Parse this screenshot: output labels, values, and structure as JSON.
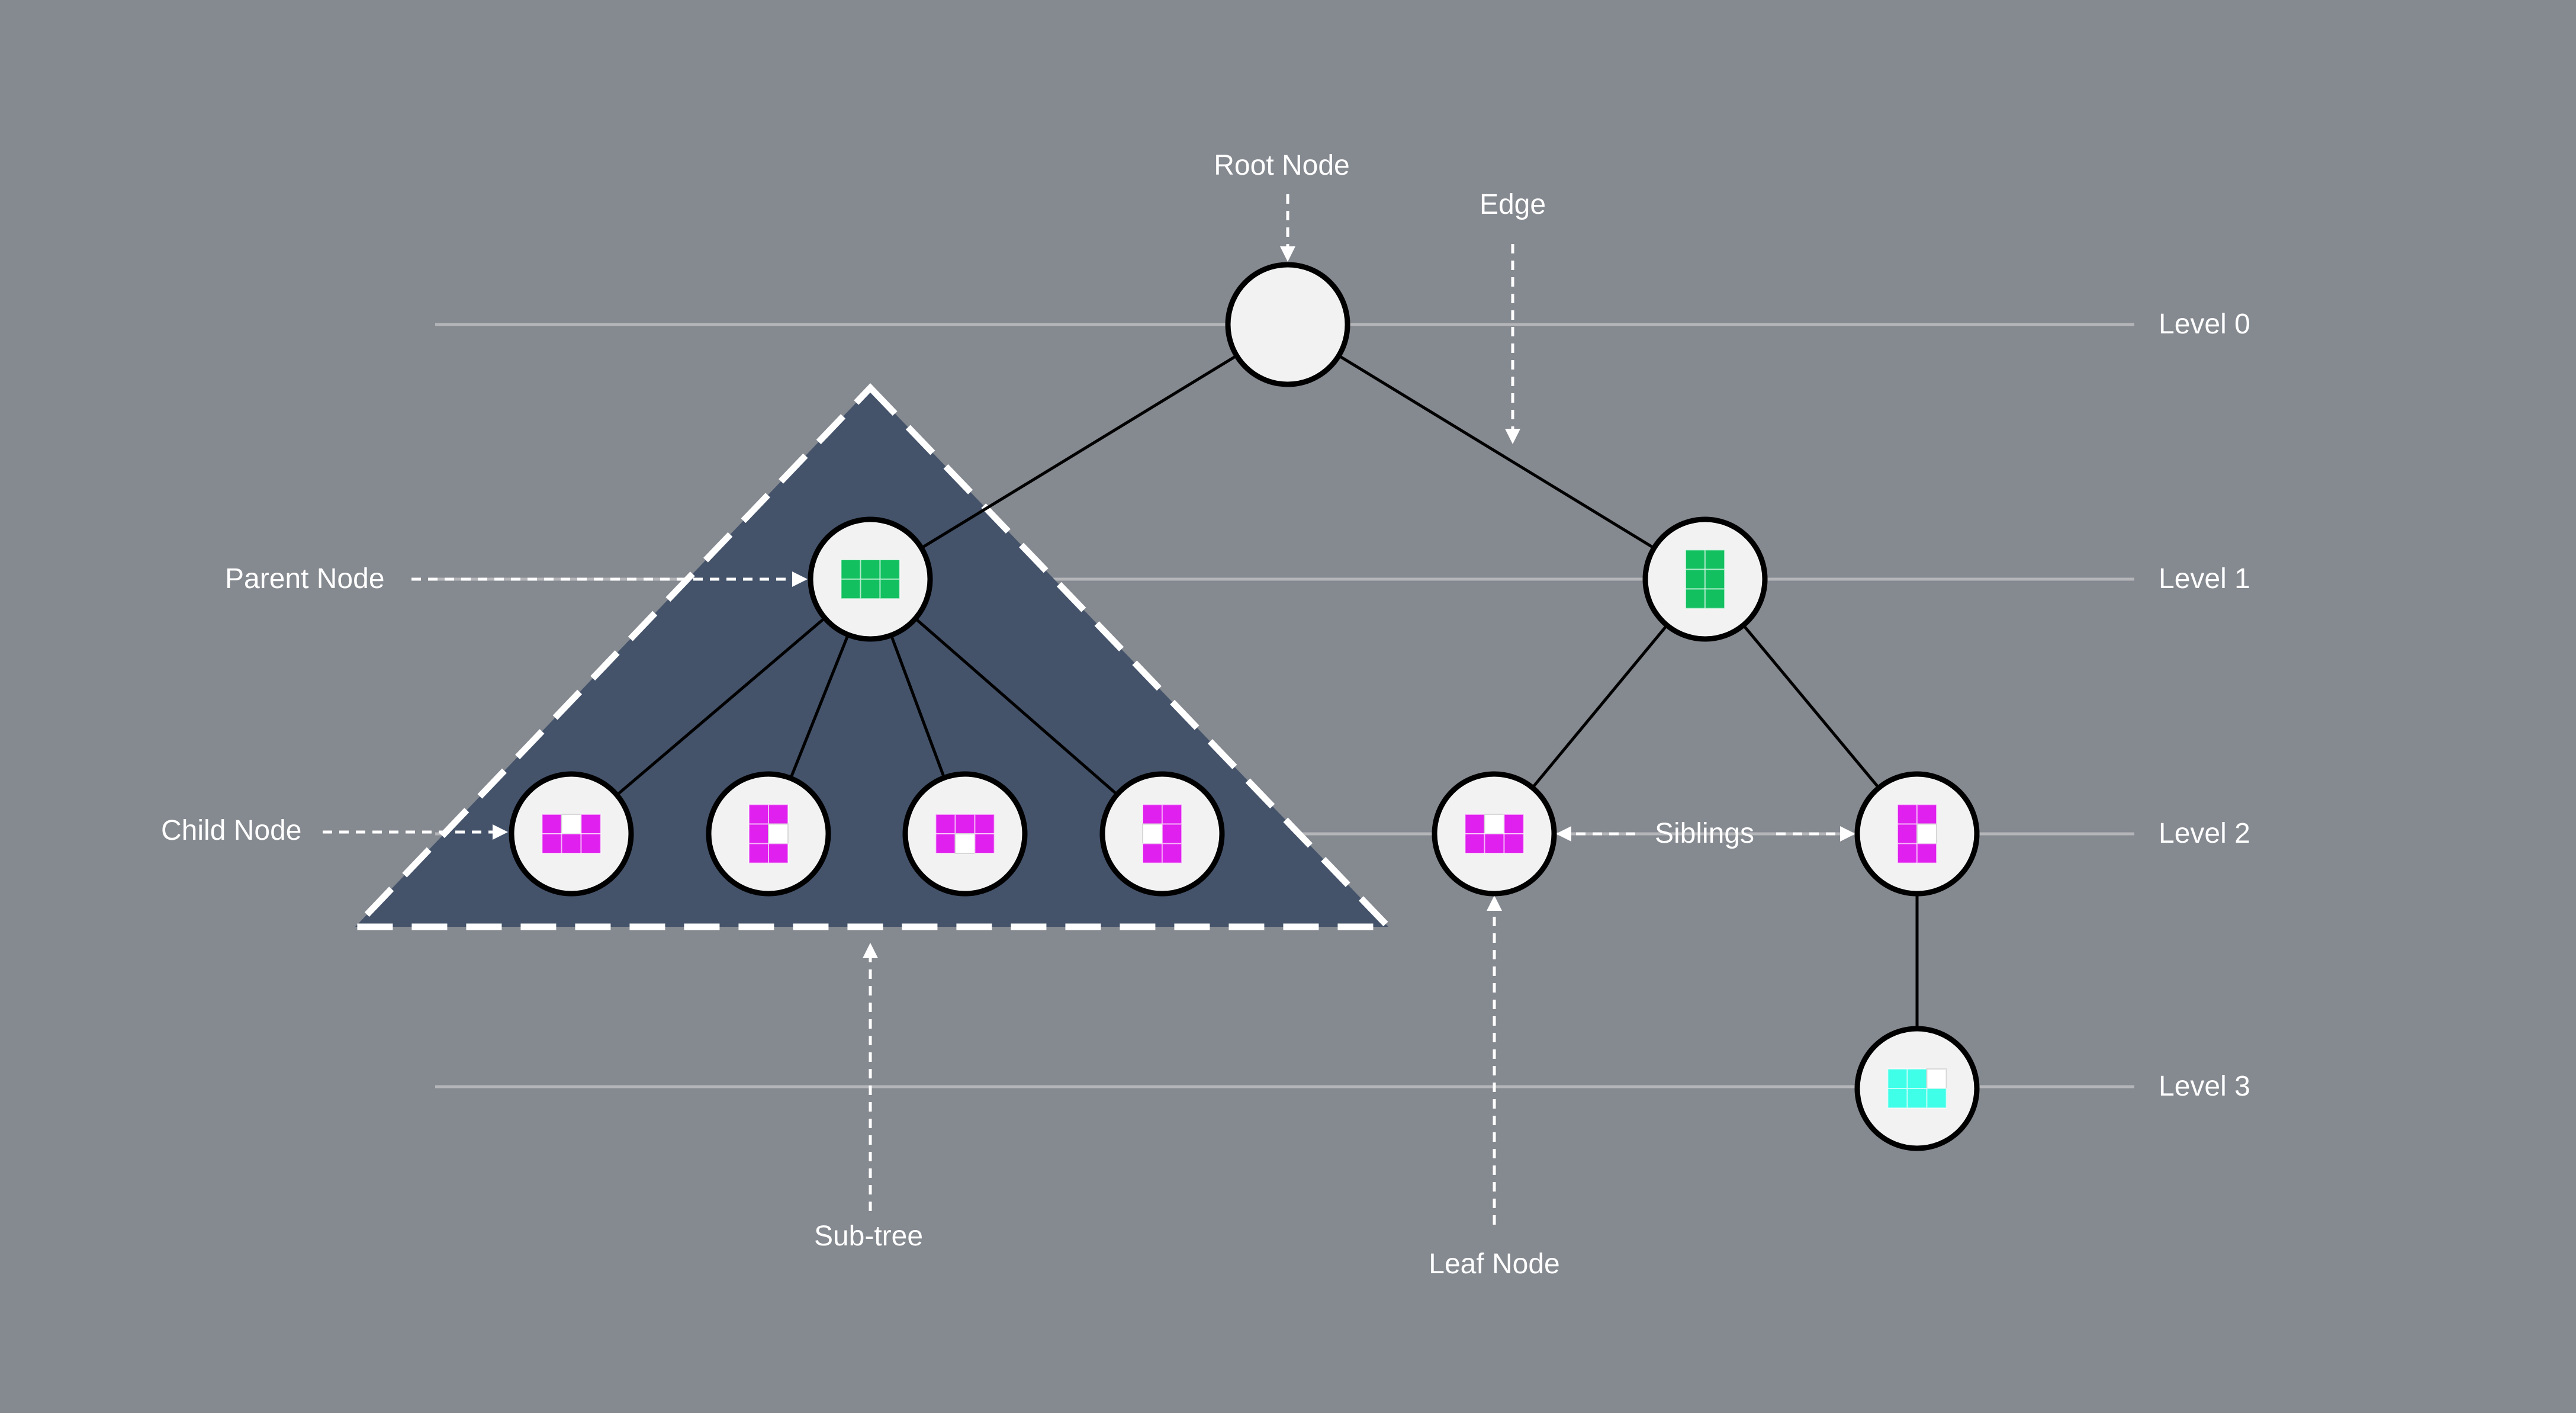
{
  "colors": {
    "background": "#858990",
    "level_line": "#b3b5b8",
    "subtree_fill": "#44536a",
    "node_fill": "#f2f2f2",
    "green": "#12c060",
    "magenta": "#e020ee",
    "cyan": "#40ffe8"
  },
  "levels": [
    "Level 0",
    "Level 1",
    "Level 2",
    "Level 3"
  ],
  "labels": {
    "root_node": "Root Node",
    "edge": "Edge",
    "parent_node": "Parent Node",
    "child_node": "Child Node",
    "siblings": "Siblings",
    "sub_tree": "Sub-tree",
    "leaf_node": "Leaf Node"
  },
  "nodes": [
    {
      "id": "root",
      "level": 0,
      "icon": null
    },
    {
      "id": "parent",
      "level": 1,
      "icon": {
        "color": "green",
        "grid": [
          "xxx",
          "xxx"
        ]
      }
    },
    {
      "id": "right1",
      "level": 1,
      "icon": {
        "color": "green",
        "grid": [
          "xx",
          "xx",
          "xx"
        ]
      }
    },
    {
      "id": "c1",
      "level": 2,
      "icon": {
        "color": "magenta",
        "grid": [
          "x.x",
          "xxx"
        ]
      }
    },
    {
      "id": "c2",
      "level": 2,
      "icon": {
        "color": "magenta",
        "grid": [
          "xx",
          "x.",
          "xx"
        ]
      }
    },
    {
      "id": "c3",
      "level": 2,
      "icon": {
        "color": "magenta",
        "grid": [
          "xxx",
          "x.x"
        ]
      }
    },
    {
      "id": "c4",
      "level": 2,
      "icon": {
        "color": "magenta",
        "grid": [
          "xx",
          ".x",
          "xx"
        ]
      }
    },
    {
      "id": "leaf",
      "level": 2,
      "icon": {
        "color": "magenta",
        "grid": [
          "x.x",
          "xxx"
        ]
      }
    },
    {
      "id": "sib",
      "level": 2,
      "icon": {
        "color": "magenta",
        "grid": [
          "xx",
          "x.",
          "xx"
        ]
      }
    },
    {
      "id": "l3",
      "level": 3,
      "icon": {
        "color": "cyan",
        "grid": [
          "xx.",
          "xxx"
        ]
      }
    }
  ],
  "edges": [
    [
      "root",
      "parent"
    ],
    [
      "root",
      "right1"
    ],
    [
      "parent",
      "c1"
    ],
    [
      "parent",
      "c2"
    ],
    [
      "parent",
      "c3"
    ],
    [
      "parent",
      "c4"
    ],
    [
      "right1",
      "leaf"
    ],
    [
      "right1",
      "sib"
    ],
    [
      "sib",
      "l3"
    ]
  ]
}
